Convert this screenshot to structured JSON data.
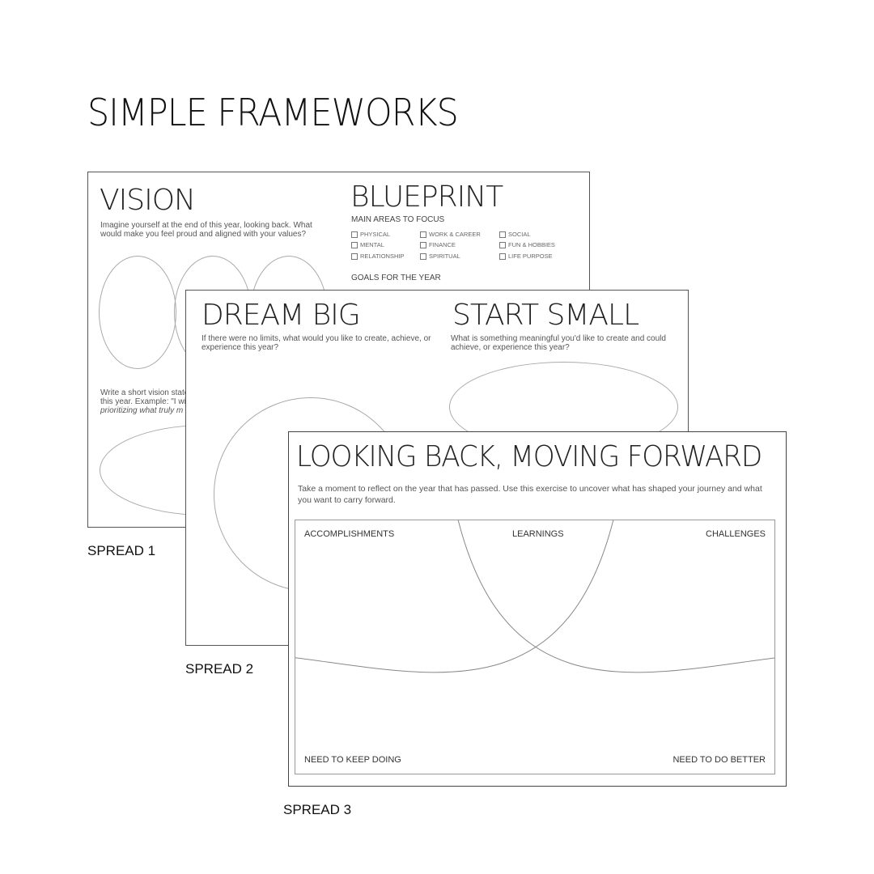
{
  "page": {
    "title": "SIMPLE FRAMEWORKS"
  },
  "spread1": {
    "label": "SPREAD 1",
    "vision_title": "VISION",
    "vision_prompt": "Imagine yourself at the end of this year, looking back. What would make you feel proud and aligned with your values?",
    "vision_statement_prompt_line1": "Write a short vision state",
    "vision_statement_prompt_line2": "this year. Example: \"I wil",
    "vision_statement_prompt_line3": "prioritizing what truly m",
    "blueprint_title": "BLUEPRINT",
    "areas_heading": "MAIN AREAS TO FOCUS",
    "areas": [
      "PHYSICAL",
      "WORK & CAREER",
      "SOCIAL",
      "MENTAL",
      "FINANCE",
      "FUN & HOBBIES",
      "RELATIONSHIP",
      "SPIRITUAL",
      "LIFE PURPOSE"
    ],
    "goals_heading": "GOALS FOR THE YEAR"
  },
  "spread2": {
    "label": "SPREAD 2",
    "dream_title": "DREAM BIG",
    "dream_prompt": "If there were no limits, what would you like to create, achieve, or experience this year?",
    "start_title": "START SMALL",
    "start_prompt": "What is something meaningful you'd like to create and could achieve, or experience this year?"
  },
  "spread3": {
    "label": "SPREAD 3",
    "title": "LOOKING BACK, MOVING FORWARD",
    "prompt": "Take a moment to reflect on the year that has passed. Use this exercise to uncover what has shaped your journey and what you want to carry forward.",
    "accomplishments": "ACCOMPLISHMENTS",
    "learnings": "LEARNINGS",
    "challenges": "CHALLENGES",
    "keep_doing": "NEED TO KEEP DOING",
    "do_better": "NEED TO DO BETTER"
  }
}
